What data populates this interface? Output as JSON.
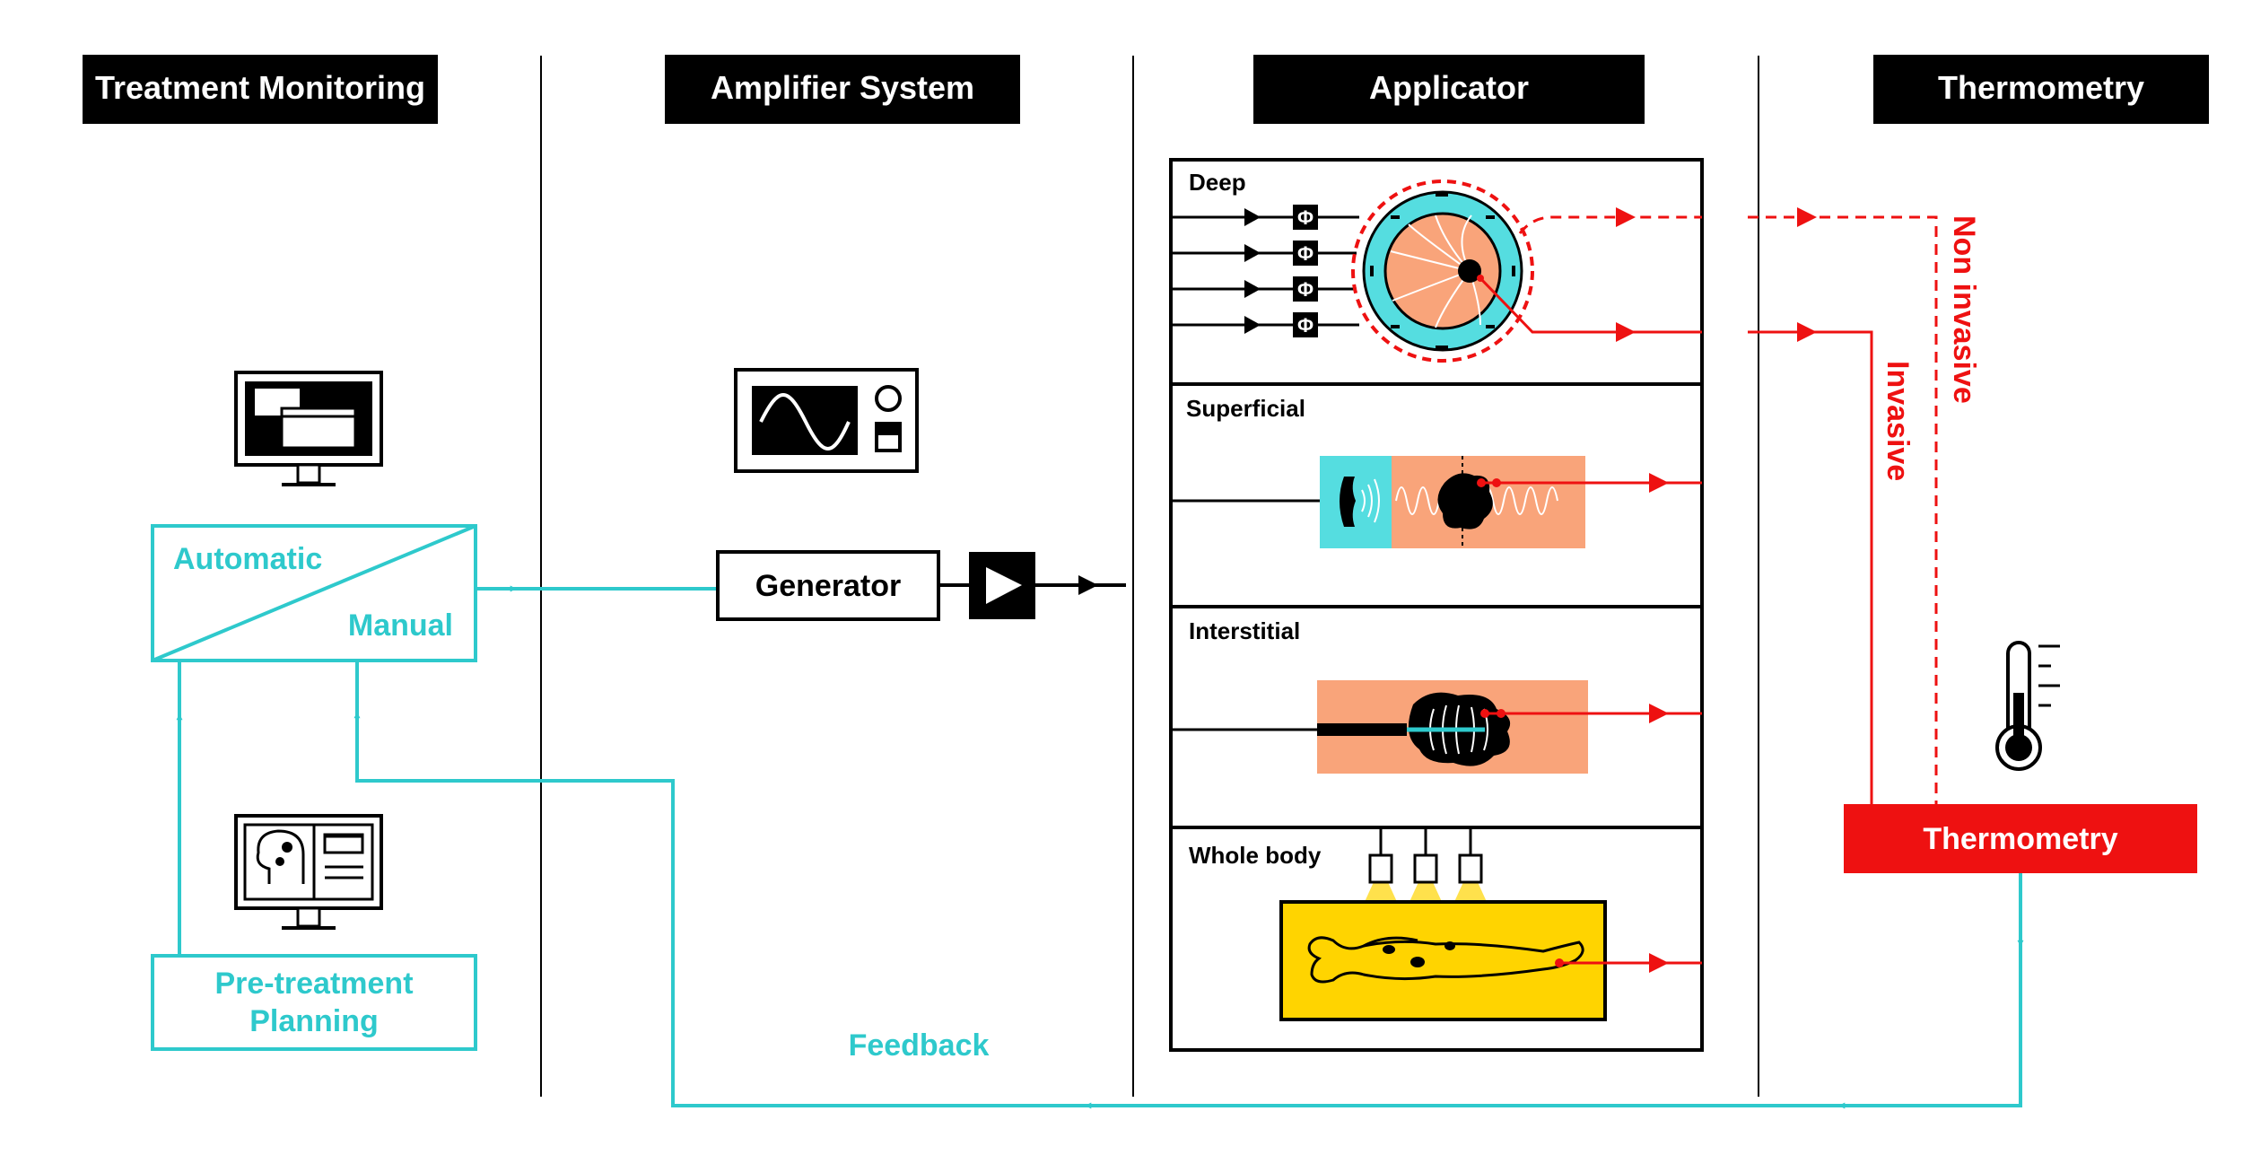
{
  "columns": {
    "treatment_monitoring": "Treatment Monitoring",
    "amplifier_system": "Amplifier System",
    "applicator": "Applicator",
    "thermometry": "Thermometry"
  },
  "monitoring": {
    "automatic": "Automatic",
    "manual": "Manual",
    "planning_line1": "Pre-treatment",
    "planning_line2": "Planning"
  },
  "amplifier": {
    "generator": "Generator",
    "phase_symbol": "Φ"
  },
  "applicator": {
    "deep": "Deep",
    "superficial": "Superficial",
    "interstitial": "Interstitial",
    "whole_body": "Whole body"
  },
  "thermometry": {
    "invasive": "Invasive",
    "non_invasive": "Non invasive",
    "box_label": "Thermometry"
  },
  "feedback": "Feedback",
  "colors": {
    "cyan": "#2ec9cc",
    "red": "#ee1111",
    "tissue": "#f9a47a",
    "aqua": "#55dde0",
    "yellow": "#ffd400",
    "black": "#000000"
  }
}
